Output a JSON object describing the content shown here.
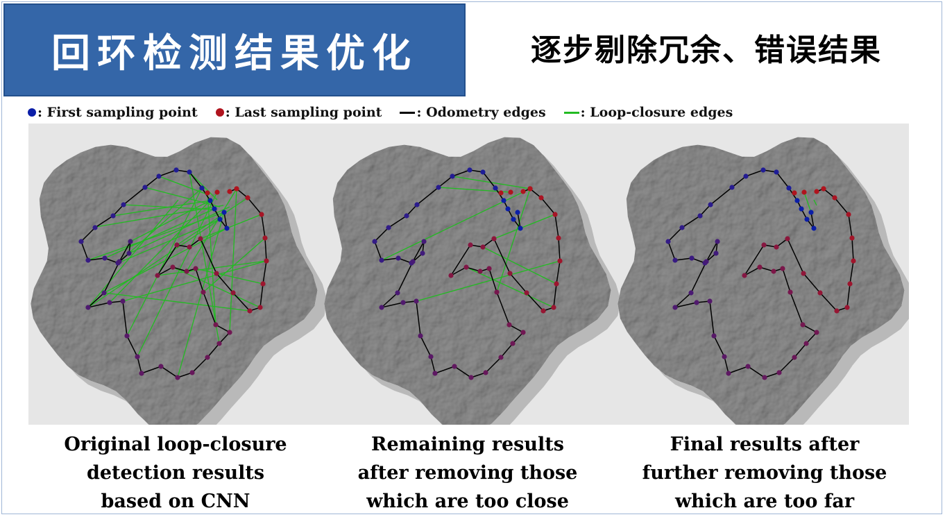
{
  "title": "回环检测结果优化",
  "subtitle": "逐步剔除冗余、错误结果",
  "legend": [
    {
      "icon": "blue-dot",
      "label": ": First sampling point",
      "color": "#0b1ea8"
    },
    {
      "icon": "red-dot",
      "label": ": Last sampling point",
      "color": "#b0141e"
    },
    {
      "icon": "black-line",
      "label": ": Odometry edges",
      "color": "#000000"
    },
    {
      "icon": "green-line",
      "label": ": Loop-closure edges",
      "color": "#22bb22"
    }
  ],
  "colors": {
    "title_bg": "#3466a8",
    "terrain": "#8f8f8f",
    "first_point": "#0b1ea8",
    "last_point": "#b0141e",
    "odometry_edge": "#000000",
    "loop_edge": "#22bb22"
  },
  "panels": [
    {
      "caption": [
        "Original loop-closure",
        "detection results",
        "based on CNN"
      ]
    },
    {
      "caption": [
        "Remaining results",
        "after removing those",
        "which are too close"
      ]
    },
    {
      "caption": [
        "Final results after",
        "further removing those",
        "which are too far"
      ]
    }
  ]
}
